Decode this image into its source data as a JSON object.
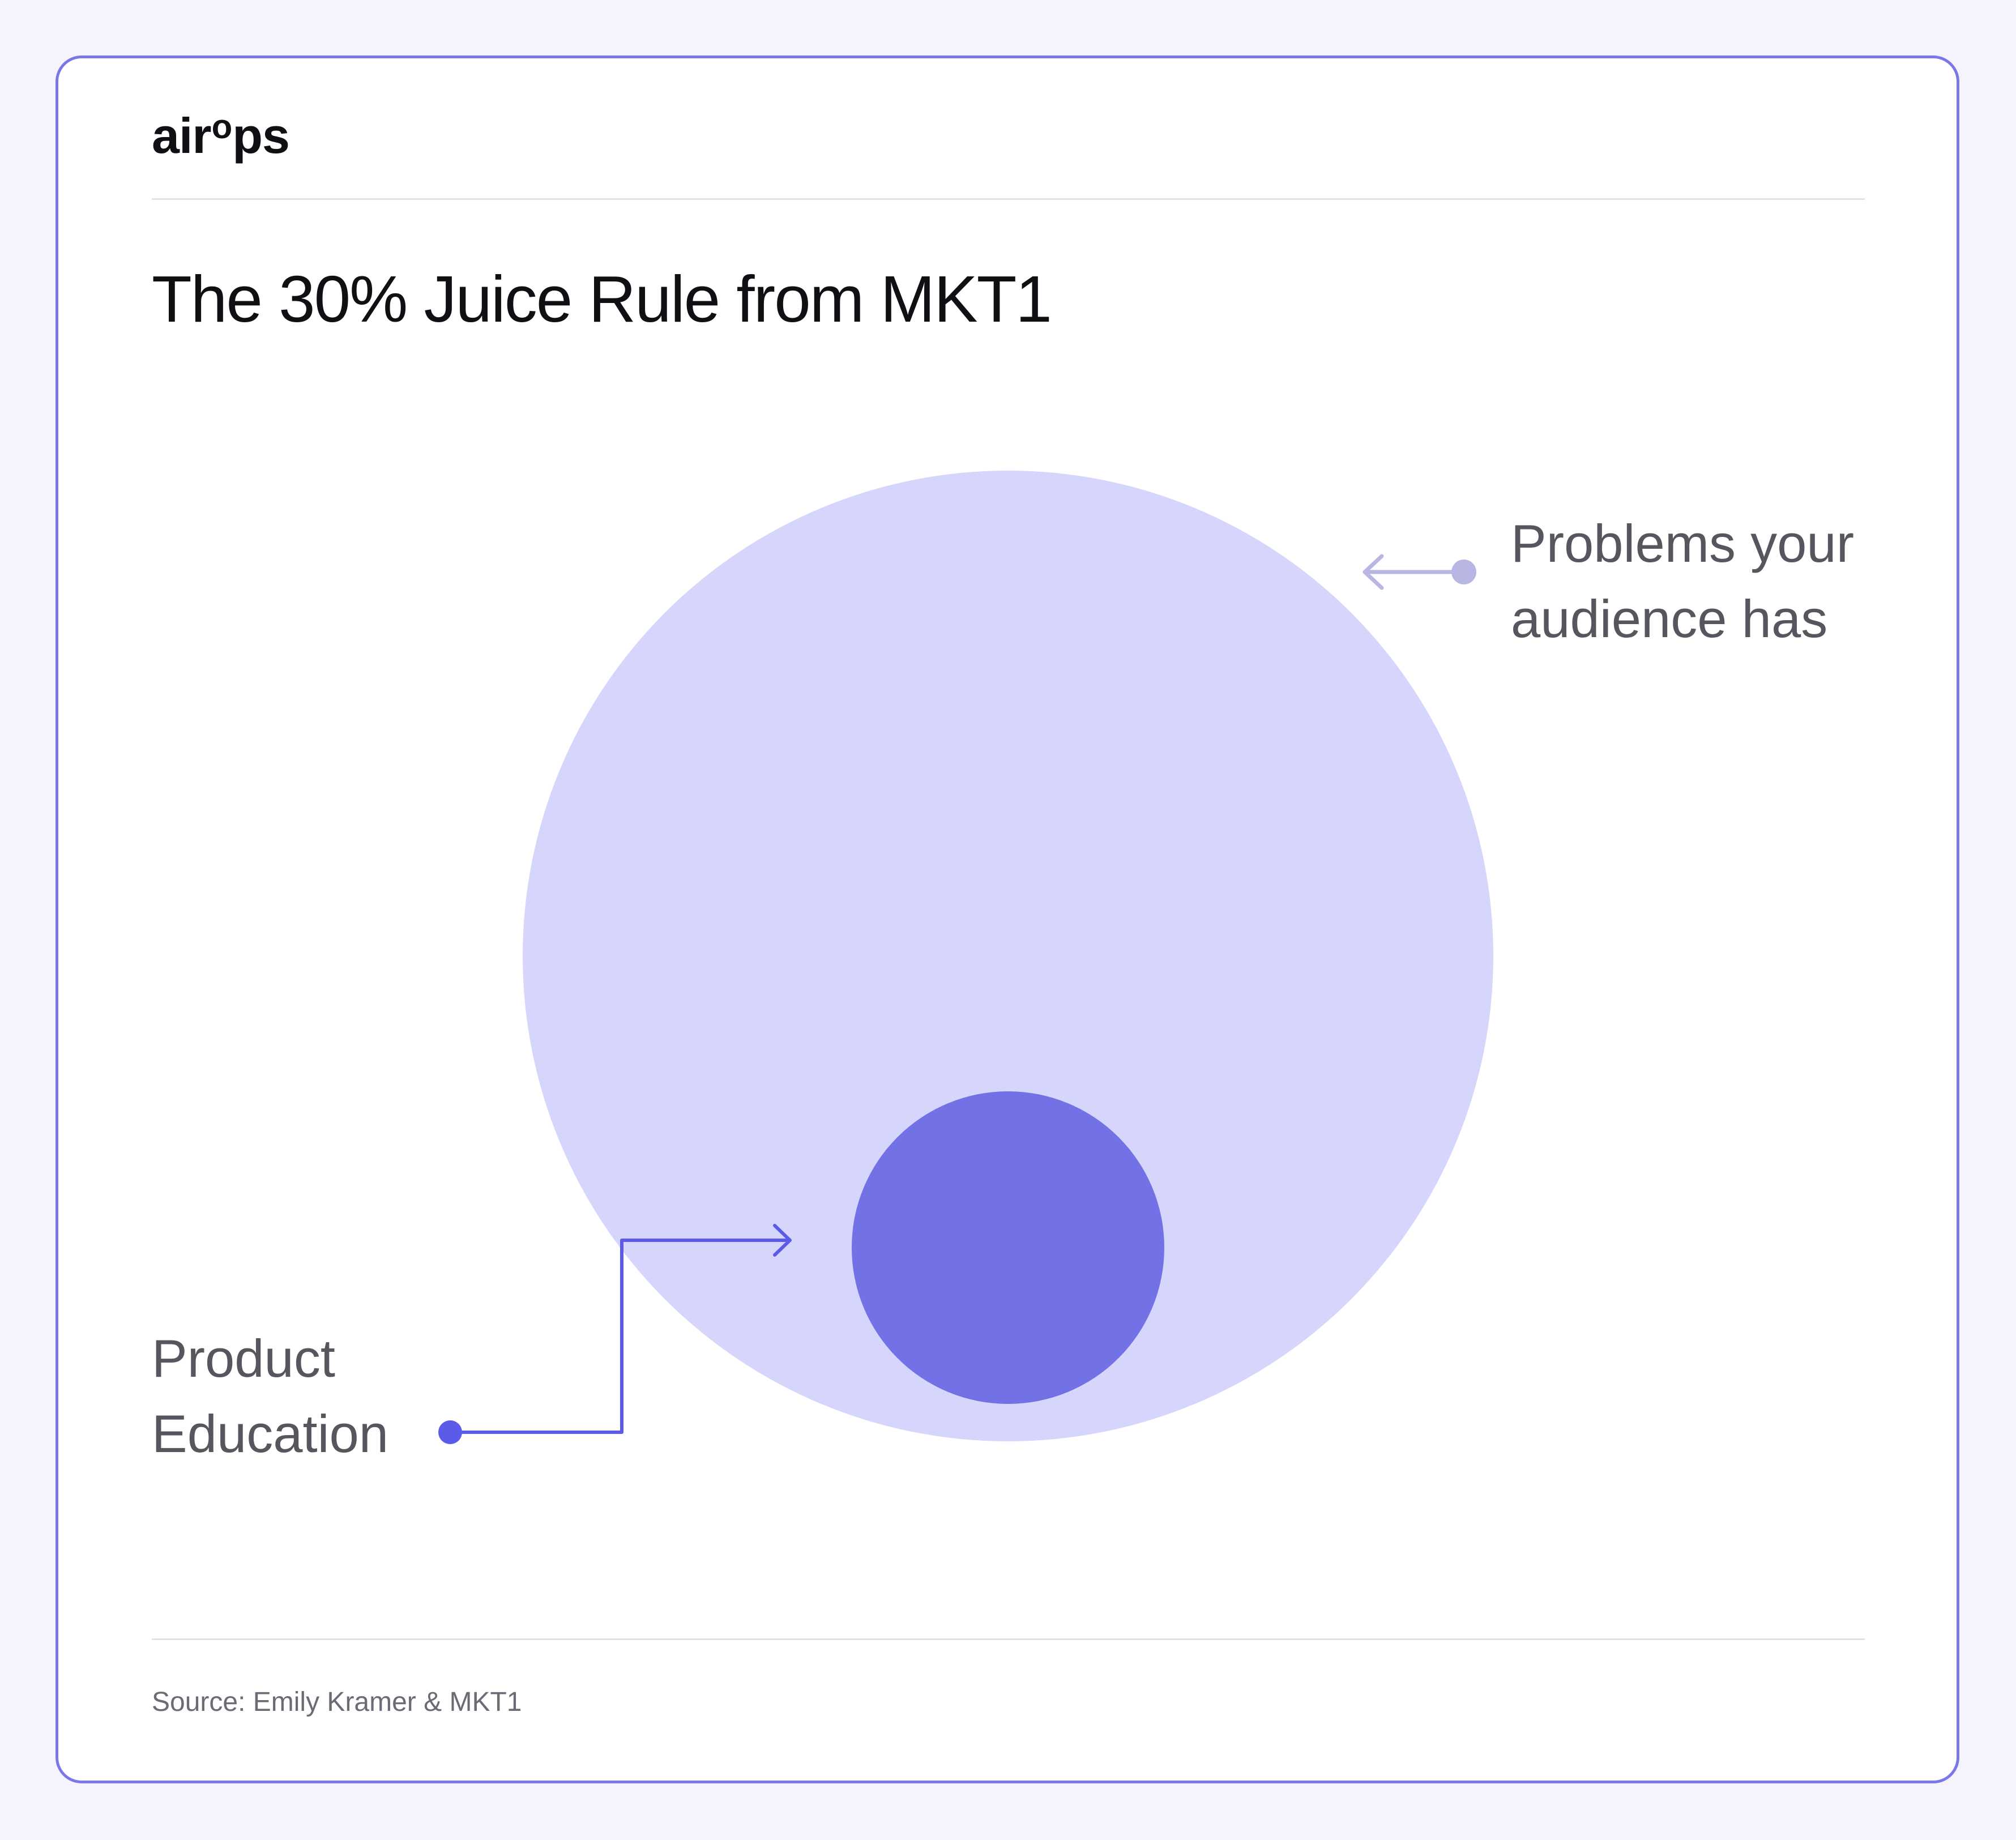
{
  "brand": {
    "logo_text_left": "air",
    "logo_text_sup": "o",
    "logo_text_right": "ps"
  },
  "title": "The 30% Juice Rule from MKT1",
  "diagram": {
    "outer": {
      "label_line1": "Problems your",
      "label_line2": "audience has",
      "color": "#d6d5fb",
      "pointer_color": "#b8b6e2"
    },
    "inner": {
      "label_line1": "Product",
      "label_line2": "Education",
      "color": "#7271e6",
      "pointer_color": "#5c5ae8"
    }
  },
  "source": "Source: Emily Kramer & MKT1",
  "colors": {
    "background": "#f5f4fc",
    "card_border": "#7a77e8",
    "card": "#ffffff"
  }
}
